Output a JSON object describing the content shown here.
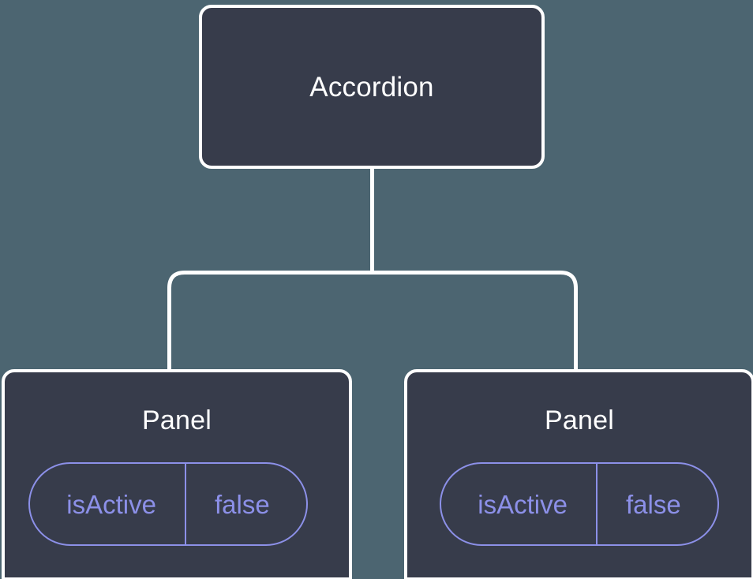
{
  "diagram": {
    "type": "component-tree",
    "background_color": "#4c6571",
    "node_fill_color": "#373c4b",
    "node_border_color": "#ffffff",
    "connector_color": "#ffffff",
    "prop_accent_color": "#8c90e8",
    "root": {
      "label": "Accordion"
    },
    "children": [
      {
        "label": "Panel",
        "props": [
          {
            "key": "isActive",
            "value": "false"
          }
        ]
      },
      {
        "label": "Panel",
        "props": [
          {
            "key": "isActive",
            "value": "false"
          }
        ]
      }
    ]
  }
}
